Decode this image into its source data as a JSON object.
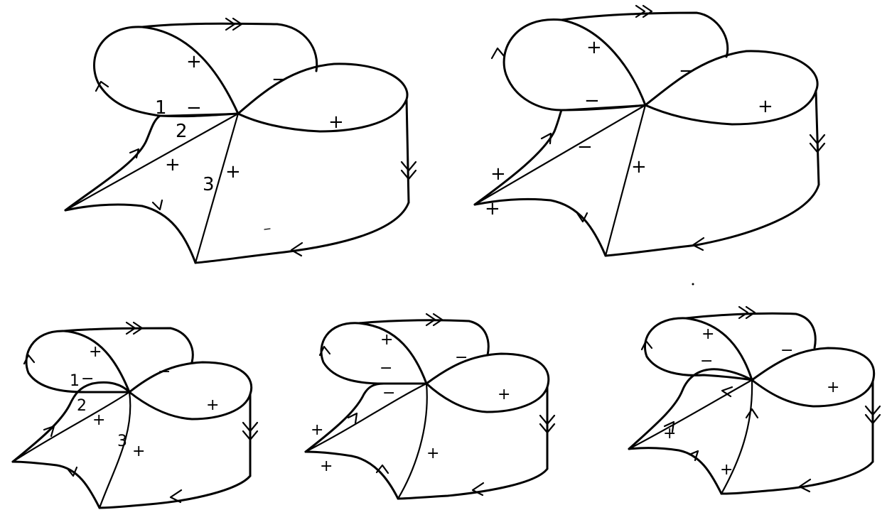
{
  "figure": {
    "panels": [
      {
        "id": "panel-1",
        "labels": {
          "plus_1": "+",
          "minus_1": "−",
          "one": "1",
          "minus_2": "−",
          "two": "2",
          "plus_2": "+",
          "three": "3",
          "plus_3": "+",
          "plus_4": "+"
        }
      },
      {
        "id": "panel-2",
        "labels": {
          "plus_1": "+",
          "minus_1": "−",
          "minus_2": "−",
          "minus_3": "−",
          "plus_2": "+",
          "plus_3": "+",
          "plus_4": "+",
          "plus_5": "+"
        }
      },
      {
        "id": "panel-3",
        "labels": {
          "plus_1": "+",
          "one": "1",
          "minus_1": "−",
          "minus_2": "−",
          "two": "2",
          "plus_2": "+",
          "plus_3": "+",
          "three": "3",
          "plus_4": "+"
        }
      },
      {
        "id": "panel-4",
        "labels": {
          "plus_1": "+",
          "minus_1": "−",
          "minus_2": "−",
          "minus_3": "−",
          "plus_2": "+",
          "plus_3": "+",
          "plus_4": "+",
          "plus_5": "+"
        }
      },
      {
        "id": "panel-5",
        "labels": {
          "plus_1": "+",
          "minus_1": "−",
          "minus_2": "−",
          "plus_2": "+",
          "plus_3": "+",
          "plus_4": "+"
        }
      }
    ]
  }
}
